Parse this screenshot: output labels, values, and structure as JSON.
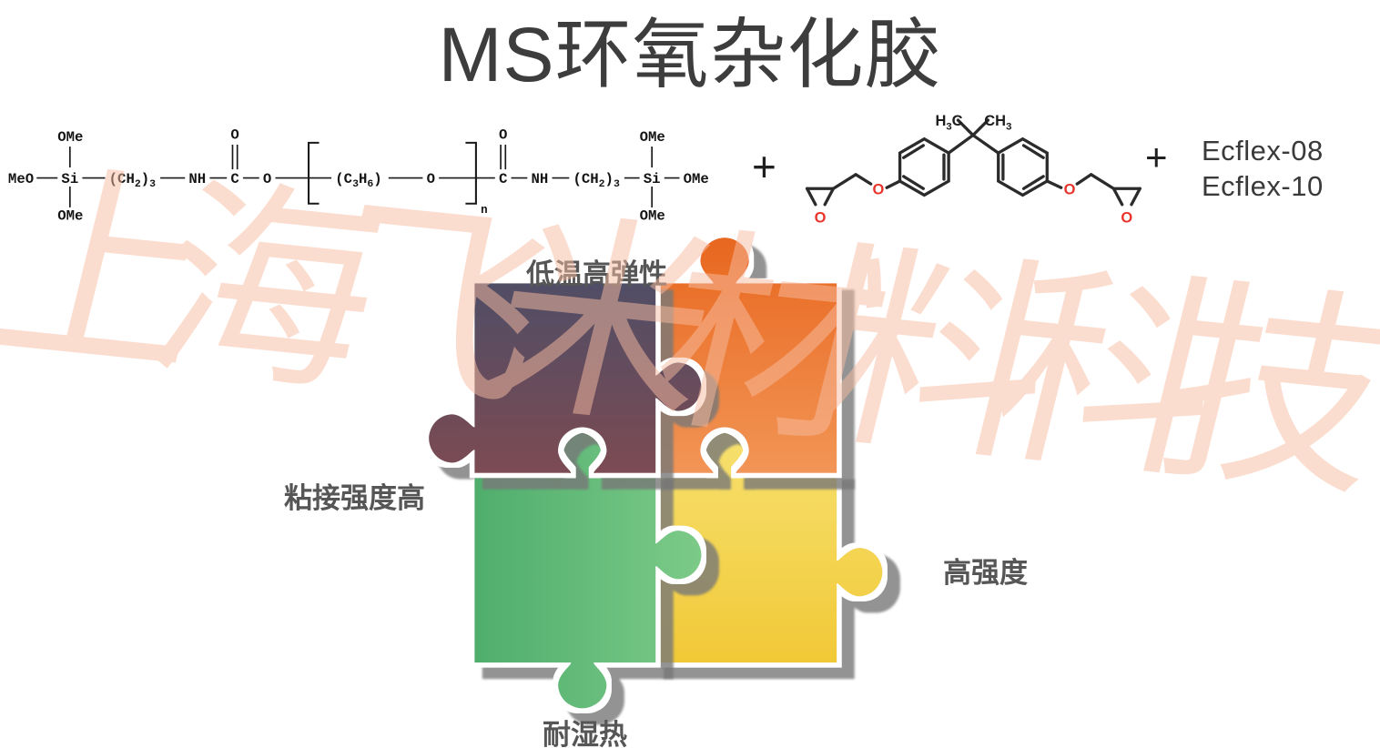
{
  "title": "MS环氧杂化胶",
  "watermark": "上海飞米材料科技",
  "operators": {
    "plus1": "+",
    "plus2": "+"
  },
  "products": {
    "line1": "Ecflex-08",
    "line2": "Ecflex-10"
  },
  "puzzle": {
    "label_top": "低温高弹性",
    "label_left": "粘接强度高",
    "label_right": "高强度",
    "label_bottom": "耐湿热"
  },
  "formula_silane": {
    "meo": "MeO",
    "si": "Si",
    "ome": "OMe",
    "ch_open": "(CH",
    "sub_2": "2",
    "paren_close": ")",
    "sub_3": "3",
    "nh": "NH",
    "c": "C",
    "o": "O",
    "c_open": "(C",
    "h": "H",
    "sub_6": "6",
    "sub_n": "n"
  },
  "formula_epoxy": {
    "h": "H",
    "sub_3": "3",
    "c": "C",
    "ch": "CH",
    "o": "O"
  },
  "colors": {
    "piece_top_left_start": "#504e66",
    "piece_top_left_end": "#7c4b52",
    "piece_top_right_start": "#e8671f",
    "piece_top_right_end": "#f29556",
    "piece_bottom_left_start": "#4fae6c",
    "piece_bottom_left_end": "#7cca88",
    "piece_bottom_right_start": "#f7e171",
    "piece_bottom_right_end": "#f1c937",
    "shadow": "#777777",
    "watermark": "#f8bda2",
    "oxygen_red": "#e8342a",
    "text_dark": "#3d3d3d"
  }
}
